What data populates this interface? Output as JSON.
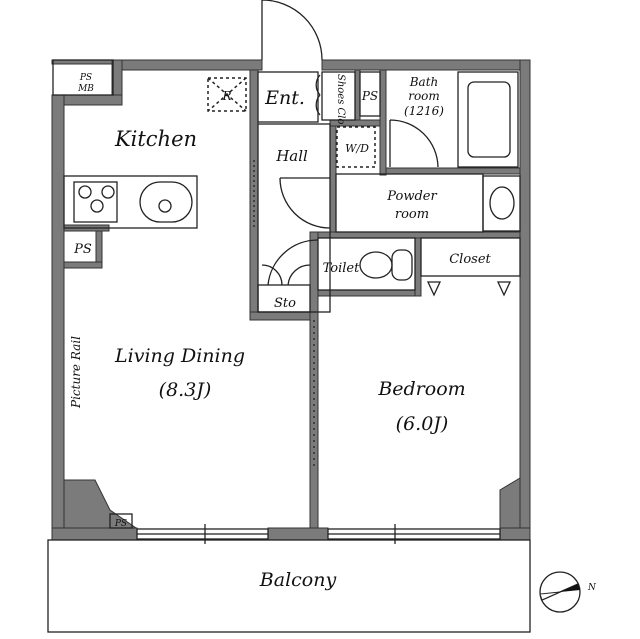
{
  "rooms": {
    "kitchen": "Kitchen",
    "entrance": "Ent.",
    "shoes_closet": "Shoes Clo",
    "ps_top": "PS",
    "bath_line1": "Bath",
    "bath_line2": "room",
    "bath_line3": "(1216)",
    "washer": "W/D",
    "hall": "Hall",
    "powder_line1": "Powder",
    "powder_line2": "room",
    "toilet": "Toilet",
    "closet": "Closet",
    "storage": "Sto",
    "ps_kitchen": "PS",
    "ps_mb_line1": "PS",
    "ps_mb_line2": "MB",
    "refrigerator": "R",
    "living_dining": "Living Dining",
    "living_size": "(8.3J)",
    "bedroom": "Bedroom",
    "bedroom_size": "(6.0J)",
    "picture_rail": "Picture Rail",
    "ps_bottom": "PS",
    "balcony": "Balcony"
  },
  "compass": {
    "label": "N"
  },
  "colors": {
    "wall": "#7b7b7b",
    "line": "#222222"
  }
}
